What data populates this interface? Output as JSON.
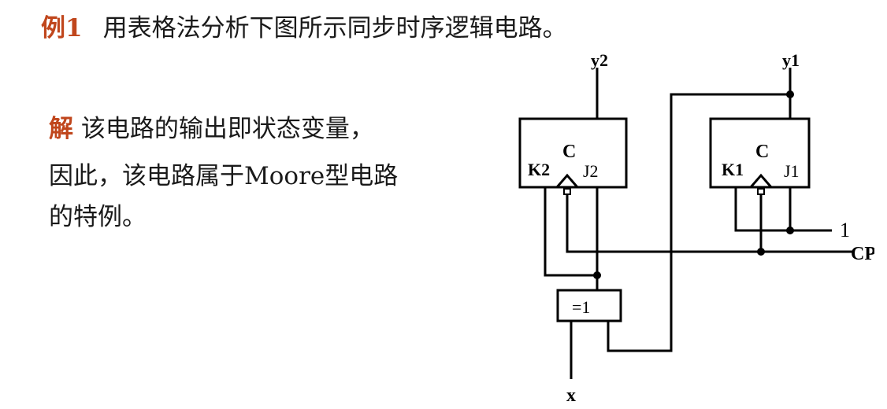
{
  "title": {
    "label": "例1",
    "text": "用表格法分析下图所示同步时序逻辑电路。"
  },
  "solution": {
    "label": "解",
    "line1": "该电路的输出即状态变量，",
    "line2": "因此，该电路属于Moore型电路",
    "line3": "的特例。"
  },
  "circuit": {
    "ff2": {
      "k": "K2",
      "c": "C",
      "j": "J2"
    },
    "ff1": {
      "k": "K1",
      "c": "C",
      "j": "J1"
    },
    "xor_label": "=1",
    "out_y2": "y2",
    "out_y1": "y1",
    "input_one": "1",
    "input_cp": "CP",
    "input_x": "x"
  }
}
